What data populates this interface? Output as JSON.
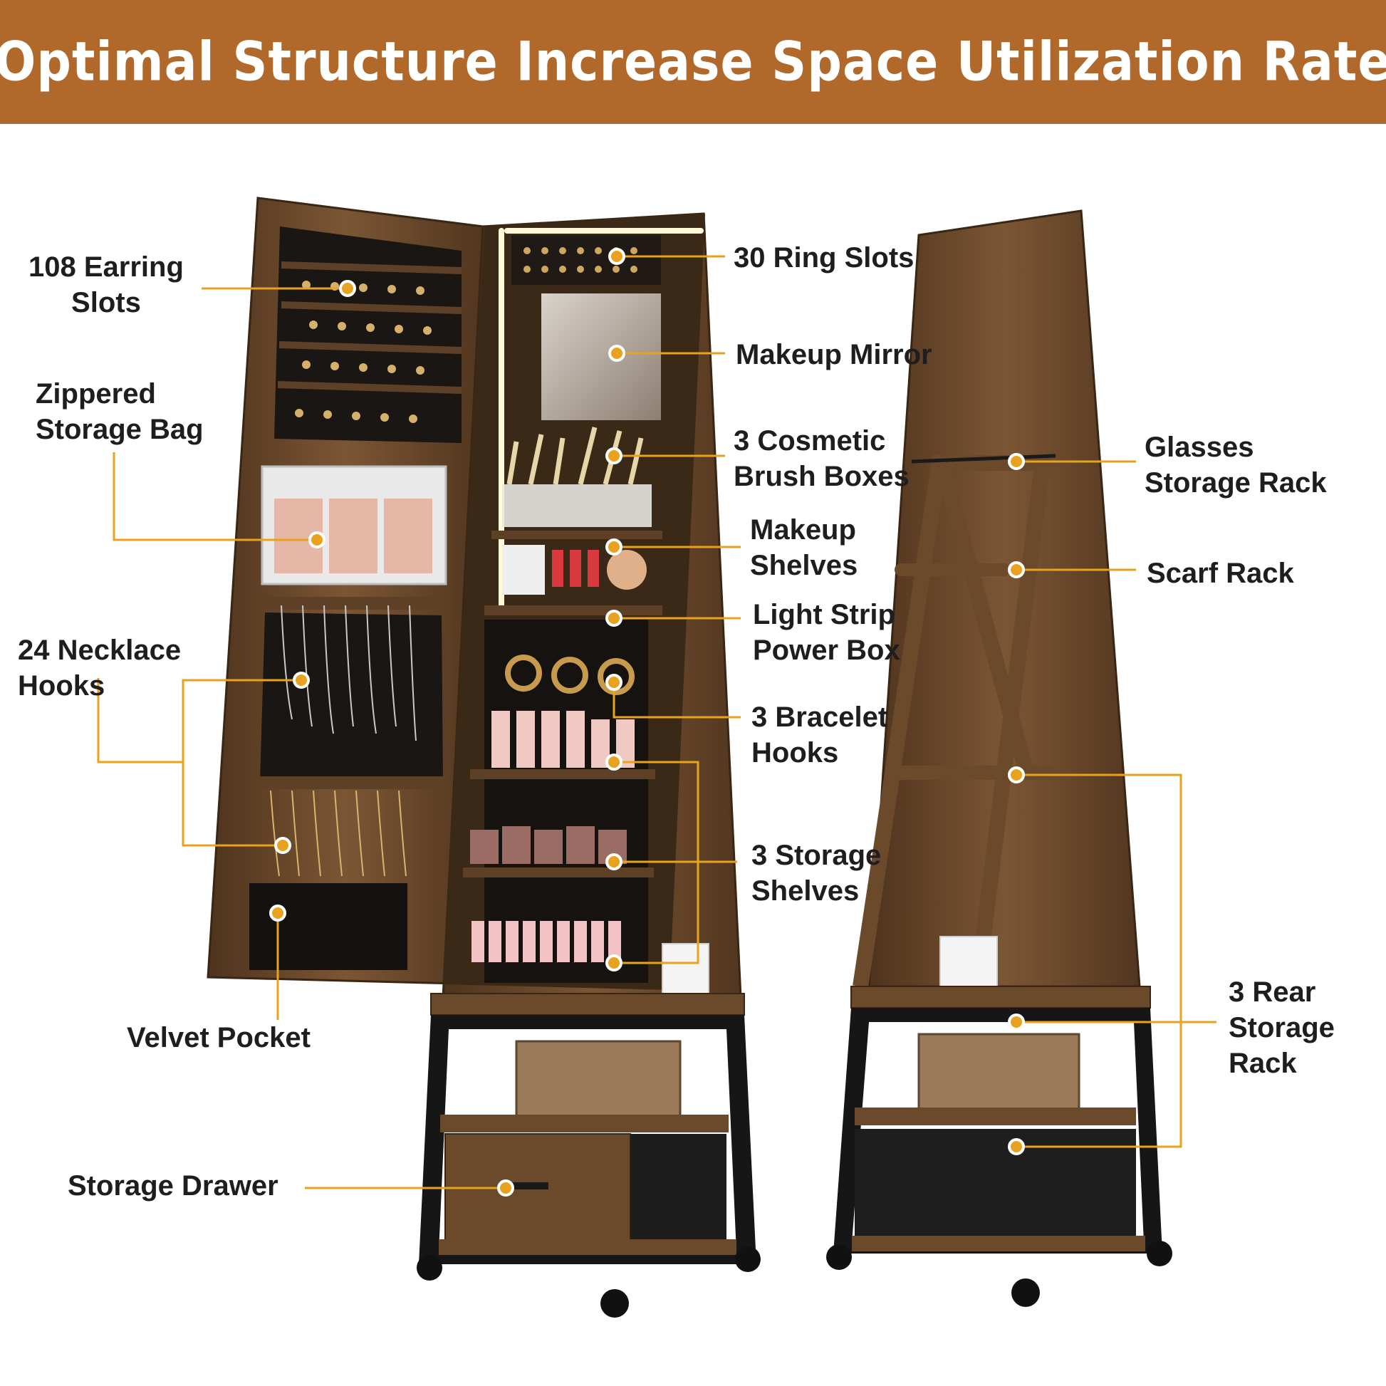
{
  "banner": {
    "title": "Optimal Structure Increase Space Utilization Rate"
  },
  "colors": {
    "banner": "#b0692a",
    "leader": "#e8a21f",
    "wood": "#6b4a2c",
    "metal": "#161616"
  },
  "labels": {
    "earring_slots": "108 Earring\nSlots",
    "zippered_bag": "Zippered\nStorage Bag",
    "necklace_hooks": "24 Necklace\nHooks",
    "velvet_pocket": "Velvet Pocket",
    "storage_drawer": "Storage Drawer",
    "ring_slots": "30 Ring Slots",
    "makeup_mirror": "Makeup Mirror",
    "brush_boxes": "3 Cosmetic\nBrush Boxes",
    "makeup_shelves": "Makeup\nShelves",
    "light_strip_box": "Light Strip\nPower Box",
    "bracelet_hooks": "3 Bracelet\nHooks",
    "storage_shelves": "3 Storage\nShelves",
    "glasses_rack": "Glasses\nStorage Rack",
    "scarf_rack": "Scarf Rack",
    "rear_storage_rack": "3 Rear\nStorage\nRack"
  }
}
